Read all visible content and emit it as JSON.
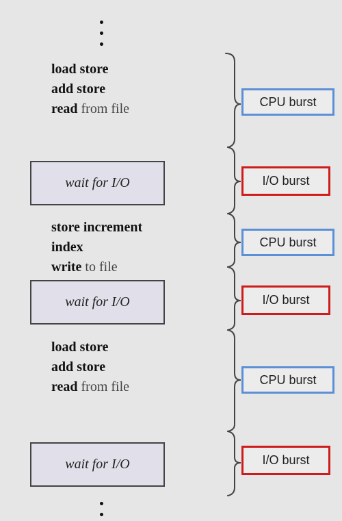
{
  "program": {
    "segments": [
      {
        "kind": "cpu",
        "lines": [
          {
            "bold": "load store",
            "rest": ""
          },
          {
            "bold": "add store",
            "rest": ""
          },
          {
            "bold": "read",
            "rest": " from file"
          }
        ],
        "burst_label": "CPU burst"
      },
      {
        "kind": "io",
        "box_label": "wait for I/O",
        "burst_label": "I/O burst"
      },
      {
        "kind": "cpu",
        "lines": [
          {
            "bold": "store increment",
            "rest": ""
          },
          {
            "bold": "index",
            "rest": ""
          },
          {
            "bold": "write",
            "rest": " to file"
          }
        ],
        "burst_label": "CPU burst"
      },
      {
        "kind": "io",
        "box_label": "wait for I/O",
        "burst_label": "I/O burst"
      },
      {
        "kind": "cpu",
        "lines": [
          {
            "bold": "load store",
            "rest": ""
          },
          {
            "bold": "add store",
            "rest": ""
          },
          {
            "bold": "read",
            "rest": " from file"
          }
        ],
        "burst_label": "CPU burst"
      },
      {
        "kind": "io",
        "box_label": "wait for I/O",
        "burst_label": "I/O burst"
      }
    ]
  },
  "colors": {
    "cpu_burst_border": "#5b8fd6",
    "io_burst_border": "#cf1b1b",
    "wait_box_fill": "#e1e0ea"
  }
}
